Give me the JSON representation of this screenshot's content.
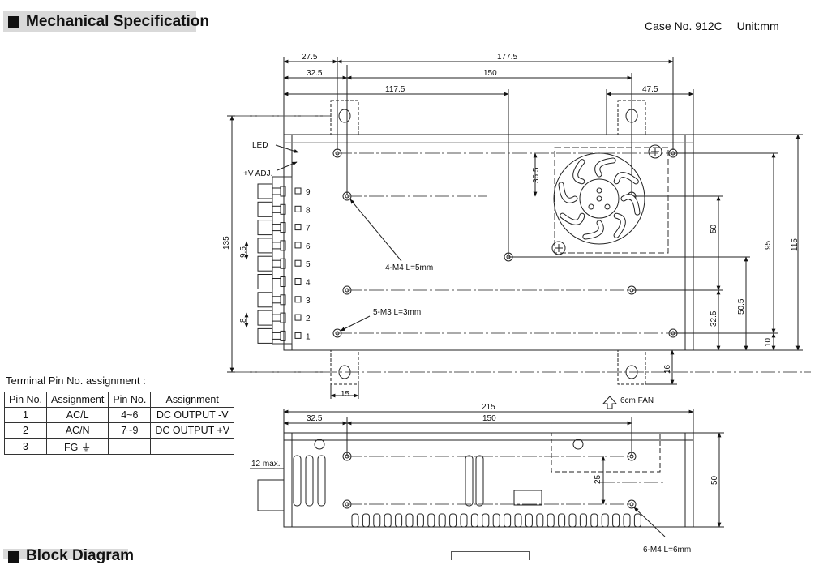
{
  "header": {
    "title": "Mechanical Specification"
  },
  "case": {
    "case_no": "Case No. 912C",
    "unit": "Unit:mm"
  },
  "top_view": {
    "dims": {
      "d27_5": "27.5",
      "d177_5": "177.5",
      "d32_5_top": "32.5",
      "d150_top": "150",
      "d117_5": "117.5",
      "d47_5": "47.5",
      "d135": "135",
      "d36_5": "36.5",
      "d50": "50",
      "d95": "95",
      "d115": "115",
      "d50_5": "50.5",
      "d32_5_right": "32.5",
      "d10": "10",
      "d9_5": "9.5",
      "d8": "8",
      "d15": "15",
      "d16": "16"
    },
    "labels": {
      "led": "LED",
      "vadj": "+V ADJ.",
      "m4": "4-M4 L=5mm",
      "m3": "5-M3 L=3mm",
      "fan": "6cm FAN"
    },
    "terminals": [
      "9",
      "8",
      "7",
      "6",
      "5",
      "4",
      "3",
      "2",
      "1"
    ]
  },
  "side_view": {
    "dims": {
      "d215": "215",
      "d32_5": "32.5",
      "d150": "150",
      "d12max": "12 max.",
      "d25": "25",
      "d50": "50"
    },
    "labels": {
      "m4": "6-M4 L=6mm"
    }
  },
  "pin_table": {
    "title": "Terminal Pin No. assignment :",
    "headers": [
      "Pin No.",
      "Assignment",
      "Pin No.",
      "Assignment"
    ],
    "rows": [
      [
        "1",
        "AC/L",
        "4~6",
        "DC OUTPUT -V"
      ],
      [
        "2",
        "AC/N",
        "7~9",
        "DC OUTPUT +V"
      ],
      [
        "3",
        "FG ⏚",
        "",
        ""
      ]
    ]
  },
  "footer": {
    "title": "Block Diagram"
  }
}
